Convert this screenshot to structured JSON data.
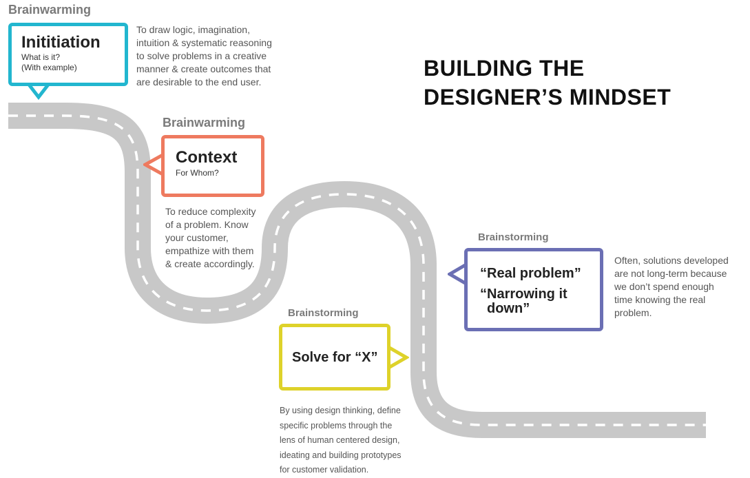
{
  "colors": {
    "road": "#c8c8c8",
    "road_dash": "#ffffff",
    "initiation": "#22b6cf",
    "context": "#ee7a5f",
    "solve": "#ded22a",
    "real_problem": "#6b6fb4",
    "phase_label": "#7a7a7a"
  },
  "title": {
    "line1": "BUILDING THE",
    "line2": "DESIGNER’S MINDSET"
  },
  "steps": {
    "initiation": {
      "phase": "Brainwarming",
      "heading": "Inititiation",
      "sub1": "What is it?",
      "sub2": "(With example)",
      "desc": [
        "To draw logic, imagination,",
        "intuition & systematic reasoning",
        "to solve problems in a creative",
        "manner & create outcomes that",
        "are desirable to the end user."
      ]
    },
    "context": {
      "phase": "Brainwarming",
      "heading": "Context",
      "sub1": "For Whom?",
      "desc": [
        "To reduce complexity",
        "of a problem. Know",
        "your customer,",
        "empathize with them",
        "& create accordingly."
      ]
    },
    "solve": {
      "phase": "Brainstorming",
      "heading": "Solve for “X”",
      "desc": [
        "By using design thinking, define",
        "specific problems through the",
        "lens of human centered design,",
        "ideating and building prototypes",
        "for customer validation."
      ]
    },
    "real_problem": {
      "phase": "Brainstorming",
      "heading1": "“Real problem”",
      "heading2": "“Narrowing it",
      "heading3": "down”",
      "desc": [
        "Often, solutions developed",
        "are not long-term because",
        "we don’t spend enough",
        "time knowing the real",
        "problem."
      ]
    }
  },
  "icons": {
    "road": "winding-road-icon",
    "callout_tail": "speech-bubble-tail-icon"
  }
}
